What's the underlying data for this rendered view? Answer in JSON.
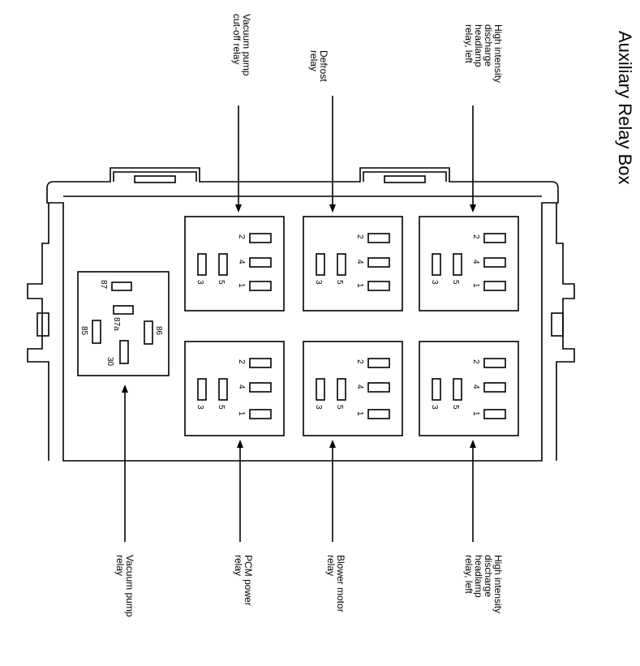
{
  "title": "Auxiliary Relay Box",
  "callouts": {
    "top": [
      "Vacuum pump\ncut-off relay",
      "Defrost\nrelay",
      "High intensity\ndischarge\nheadlamp\nrelay, left"
    ],
    "bottom": [
      "Vacuum pump\nrelay",
      "PCM power\nrelay",
      "Blower motor\nrelay",
      "High intensity\ndischarge\nheadlamp\nrelay, left"
    ]
  },
  "relay_pins": [
    "2",
    "4",
    "1",
    "3",
    "5"
  ],
  "large_relay_pins": [
    "87",
    "87a",
    "85",
    "30",
    "86"
  ]
}
